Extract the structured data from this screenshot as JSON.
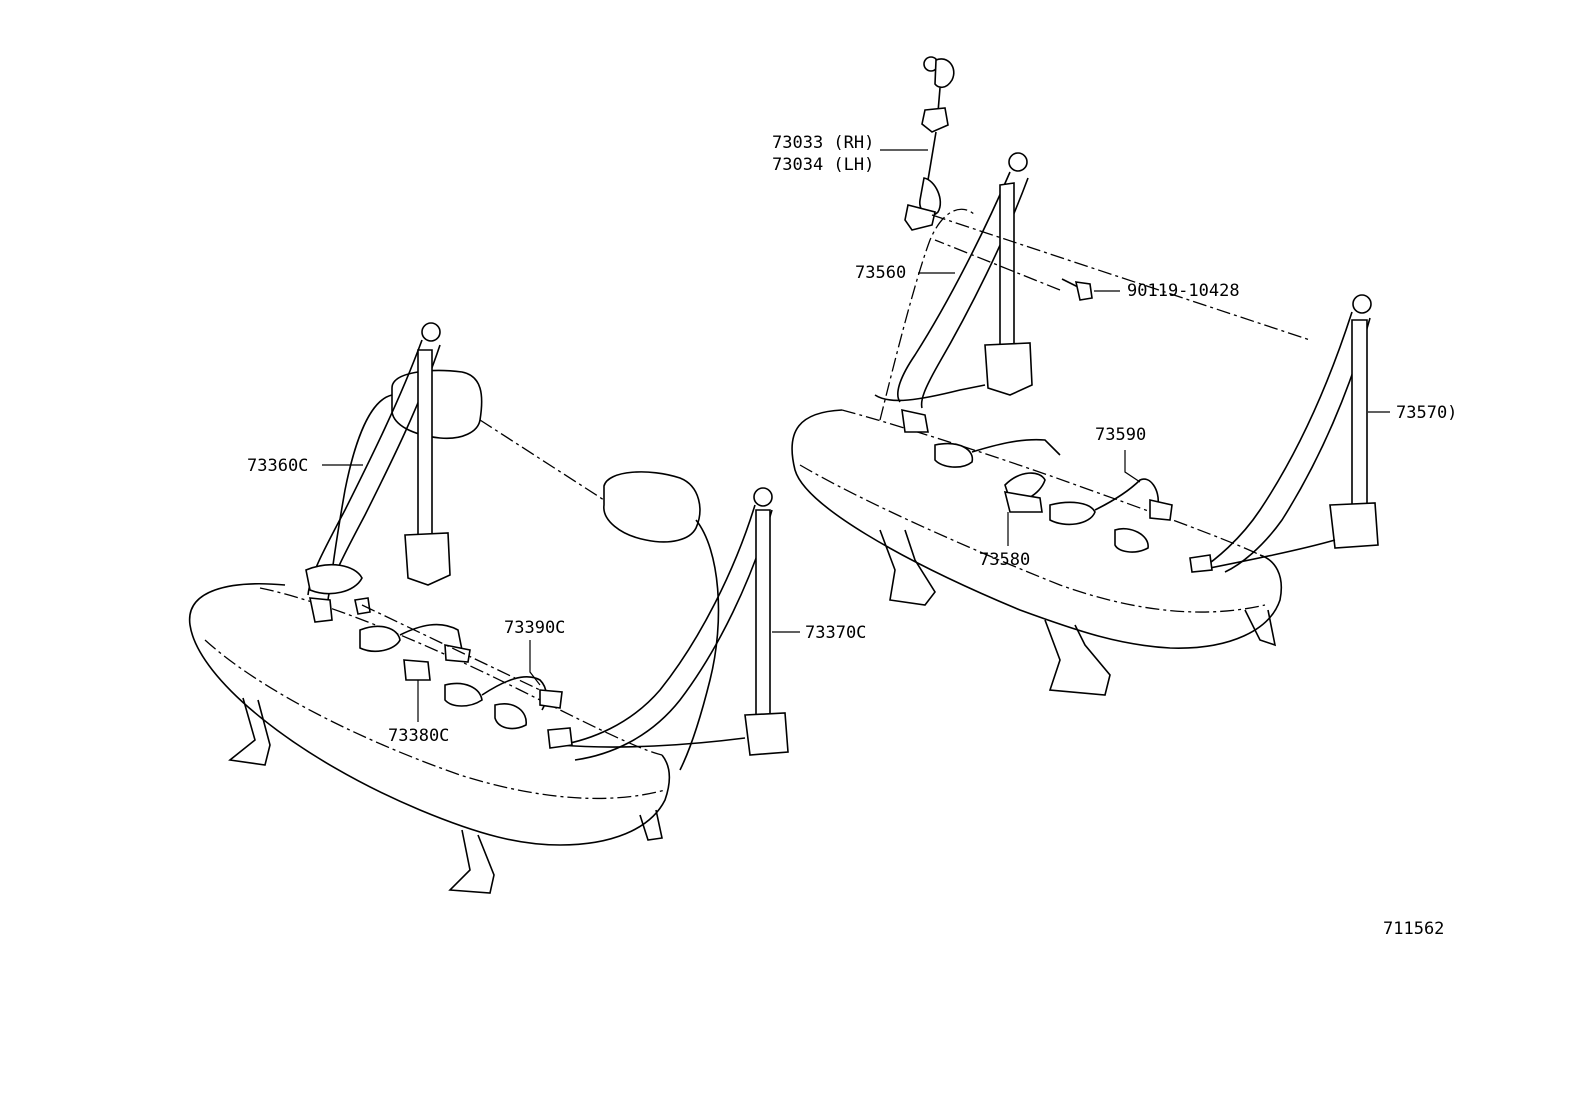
{
  "labels": {
    "anchor_rh": "73033 (RH)",
    "anchor_lh": "73034 (LH)",
    "belt_73560": "73560",
    "bolt": "90119-10428",
    "belt_73570": "73570)",
    "belt_73590": "73590",
    "belt_73580": "73580",
    "belt_73360": "73360C",
    "belt_73390": "73390C",
    "belt_73370": "73370C",
    "belt_73380": "73380C",
    "figure_number": "711562"
  }
}
